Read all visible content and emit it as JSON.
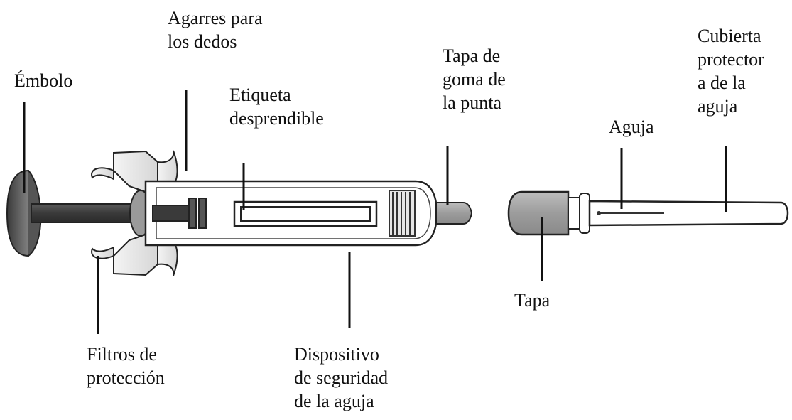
{
  "labels": {
    "embolo": [
      "Émbolo"
    ],
    "agarres": [
      "Agarres para",
      "los dedos"
    ],
    "etiqueta": [
      "Etiqueta",
      "desprendible"
    ],
    "tapa_goma": [
      "Tapa de",
      "goma de",
      "la punta"
    ],
    "cubierta": [
      "Cubierta",
      "protector",
      "a de la",
      "aguja"
    ],
    "aguja": [
      "Aguja"
    ],
    "tapa": [
      "Tapa"
    ],
    "filtros": [
      "Filtros de",
      "protección"
    ],
    "dispositivo": [
      "Dispositivo",
      "de seguridad",
      "de la aguja"
    ]
  }
}
